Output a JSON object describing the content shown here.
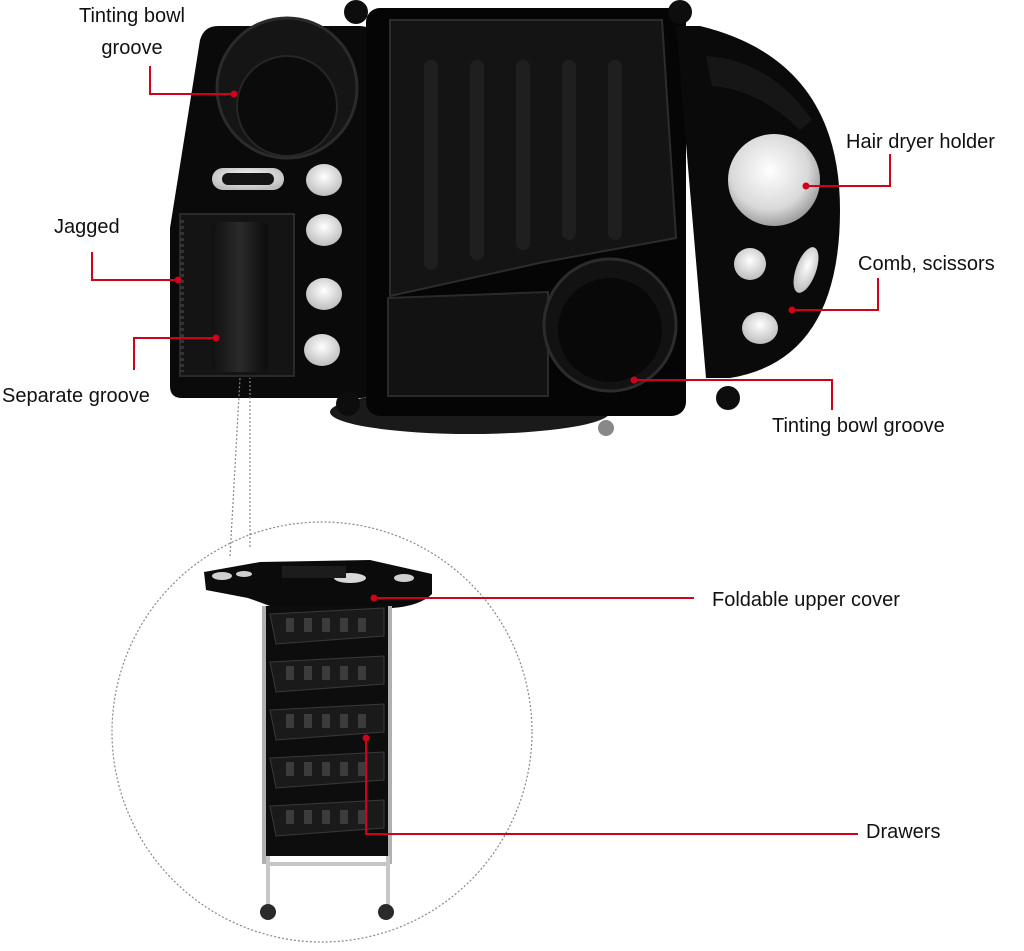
{
  "accent_color": "#d0021b",
  "callouts": {
    "tinting_bowl_groove_top": {
      "line1": "Tinting bowl",
      "line2": "groove"
    },
    "jagged": "Jagged",
    "separate_groove": "Separate groove",
    "hair_dryer_holder": "Hair dryer holder",
    "comb_scissors": "Comb, scissors",
    "tinting_bowl_groove_bottom": "Tinting bowl groove",
    "foldable_upper_cover": "Foldable upper cover",
    "drawers": "Drawers"
  },
  "product": {
    "top_view_icon": "tray-top-view-icon",
    "trolley_icon": "trolley-icon",
    "drawer_count": 5
  }
}
